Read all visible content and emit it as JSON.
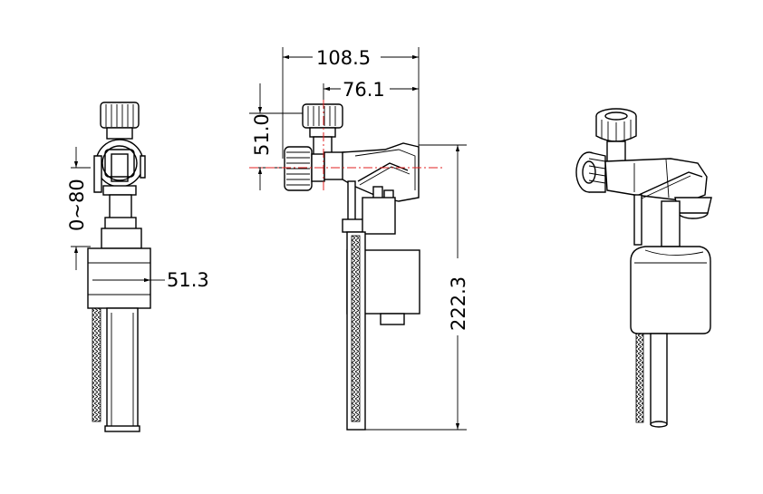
{
  "colors": {
    "line": "#000000",
    "centerline": "#e02020",
    "background": "#ffffff"
  },
  "dimensions": {
    "d1": "108.5",
    "d2": "76.1",
    "d3": "51.0",
    "d4": "0~80",
    "d5": "51.3",
    "d6": "222.3"
  }
}
